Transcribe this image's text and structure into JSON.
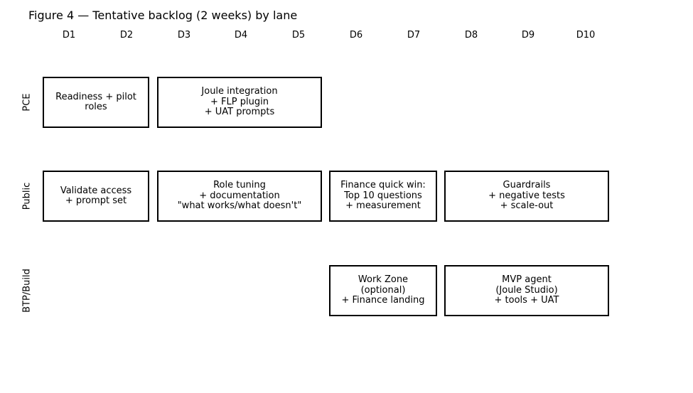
{
  "title": "Figure 4 — Tentative backlog (2 weeks) by lane",
  "colors": {
    "background": "#ffffff",
    "box_border": "#000000",
    "box_fill": "#ffffff",
    "text": "#000000"
  },
  "day_headers": [
    "D1",
    "D2",
    "D3",
    "D4",
    "D5",
    "D6",
    "D7",
    "D8",
    "D9",
    "D10"
  ],
  "lanes": [
    {
      "label": "PCE",
      "tasks": [
        {
          "text": "Readiness + pilot\nroles",
          "start_day": "D1",
          "end_day": "D2"
        },
        {
          "text": "Joule integration\n+ FLP plugin\n+ UAT prompts",
          "start_day": "D3",
          "end_day": "D5"
        }
      ]
    },
    {
      "label": "Public",
      "tasks": [
        {
          "text": "Validate access\n+ prompt set",
          "start_day": "D1",
          "end_day": "D2"
        },
        {
          "text": "Role tuning\n+ documentation\n\"what works/what doesn't\"",
          "start_day": "D3",
          "end_day": "D5"
        },
        {
          "text": "Finance quick win:\nTop 10 questions\n+ measurement",
          "start_day": "D6",
          "end_day": "D7"
        },
        {
          "text": "Guardrails\n+ negative tests\n+ scale-out",
          "start_day": "D8",
          "end_day": "D10"
        }
      ]
    },
    {
      "label": "BTP/Build",
      "tasks": [
        {
          "text": "Work Zone\n(optional)\n+ Finance landing",
          "start_day": "D6",
          "end_day": "D7"
        },
        {
          "text": "MVP agent\n(Joule Studio)\n+ tools + UAT",
          "start_day": "D8",
          "end_day": "D10"
        }
      ]
    }
  ]
}
